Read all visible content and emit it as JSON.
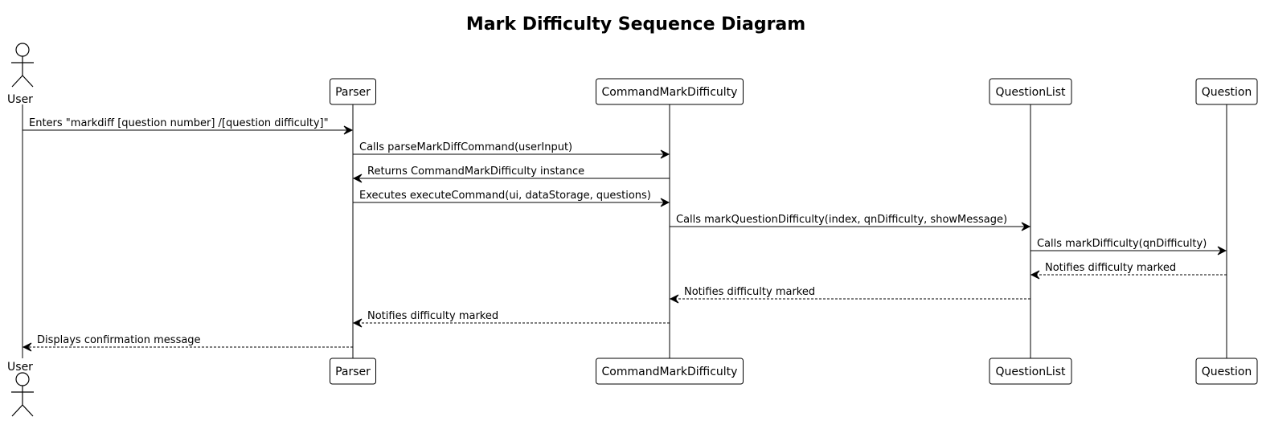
{
  "title": "Mark Difficulty Sequence Diagram",
  "participants": [
    {
      "id": "user",
      "kind": "actor",
      "label": "User"
    },
    {
      "id": "parser",
      "kind": "box",
      "label": "Parser"
    },
    {
      "id": "cmd",
      "kind": "box",
      "label": "CommandMarkDifficulty"
    },
    {
      "id": "qlist",
      "kind": "box",
      "label": "QuestionList"
    },
    {
      "id": "question",
      "kind": "box",
      "label": "Question"
    }
  ],
  "messages": [
    {
      "from": "user",
      "to": "parser",
      "style": "solid",
      "label": "Enters \"markdiff [question number] /[question difficulty]\""
    },
    {
      "from": "parser",
      "to": "cmd",
      "style": "solid",
      "label": "Calls parseMarkDiffCommand(userInput)"
    },
    {
      "from": "cmd",
      "to": "parser",
      "style": "solid",
      "label": "Returns CommandMarkDifficulty instance"
    },
    {
      "from": "parser",
      "to": "cmd",
      "style": "solid",
      "label": "Executes executeCommand(ui, dataStorage, questions)"
    },
    {
      "from": "cmd",
      "to": "qlist",
      "style": "solid",
      "label": "Calls markQuestionDifficulty(index, qnDifficulty, showMessage)"
    },
    {
      "from": "qlist",
      "to": "question",
      "style": "solid",
      "label": "Calls markDifficulty(qnDifficulty)"
    },
    {
      "from": "question",
      "to": "qlist",
      "style": "dashed",
      "label": "Notifies difficulty marked"
    },
    {
      "from": "qlist",
      "to": "cmd",
      "style": "dashed",
      "label": "Notifies difficulty marked"
    },
    {
      "from": "cmd",
      "to": "parser",
      "style": "dashed",
      "label": "Notifies difficulty marked"
    },
    {
      "from": "parser",
      "to": "user",
      "style": "dashed",
      "label": "Displays confirmation message"
    }
  ]
}
